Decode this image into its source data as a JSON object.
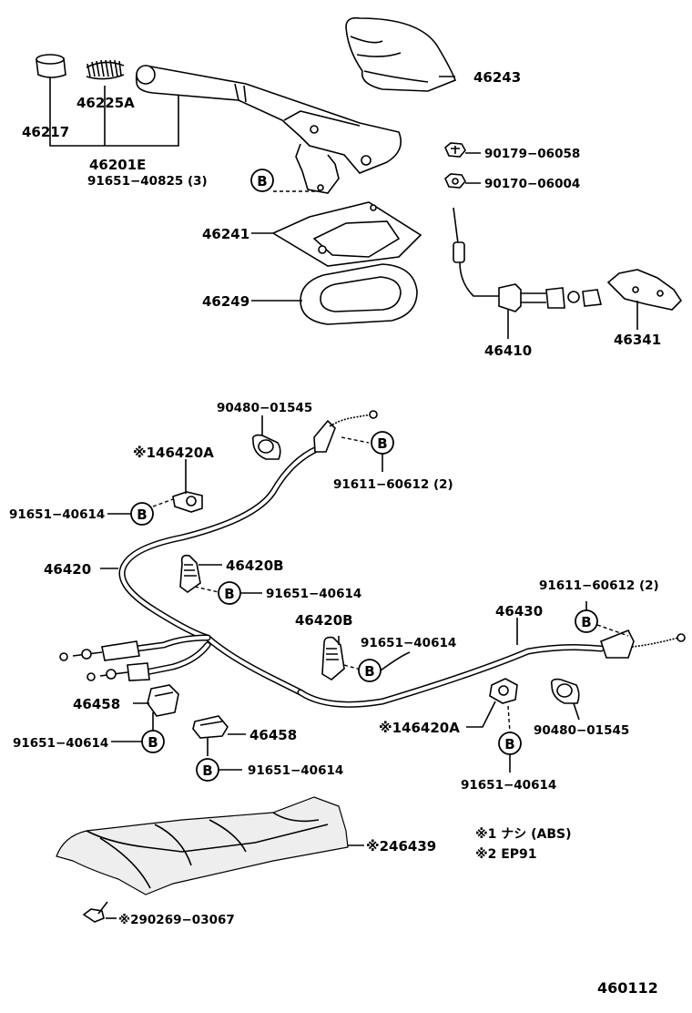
{
  "figure_id": "460112",
  "bolt_marker": "B",
  "notes": [
    "※1 ナシ (ABS)",
    "※2 EP91"
  ],
  "labels": {
    "p46217": "46217",
    "p46225A": "46225A",
    "p46201E": "46201E",
    "p91651_40825_3": "91651−40825 (3)",
    "p46243": "46243",
    "p90179_06058": "90179−06058",
    "p90170_06004": "90170−06004",
    "p46241": "46241",
    "p46249": "46249",
    "p46410": "46410",
    "p46341": "46341",
    "p90480_01545_a": "90480−01545",
    "p146420A_a": "※146420A",
    "p91611_60612_a": "91611−60612 (2)",
    "p91651_40614_a": "91651−40614",
    "p46420": "46420",
    "p46420B_a": "46420B",
    "p91651_40614_b": "91651−40614",
    "p91611_60612_b": "91611−60612 (2)",
    "p46430": "46430",
    "p46420B_b": "46420B",
    "p91651_40614_c": "91651−40614",
    "p46458_a": "46458",
    "p91651_40614_d": "91651−40614",
    "p46458_b": "46458",
    "p91651_40614_e": "91651−40614",
    "p146420A_b": "※146420A",
    "p90480_01545_b": "90480−01545",
    "p91651_40614_f": "91651−40614",
    "p246439": "※246439",
    "p290269_03067": "※290269−03067"
  }
}
